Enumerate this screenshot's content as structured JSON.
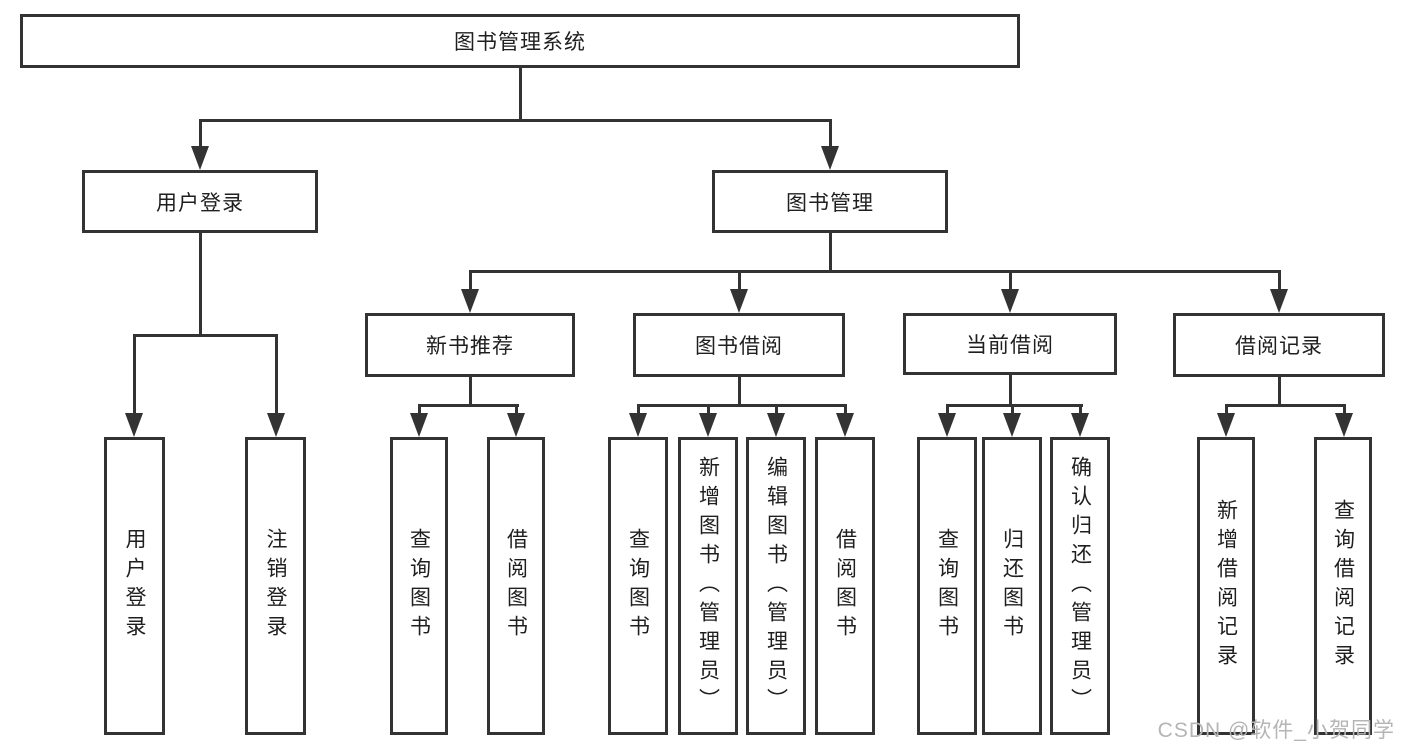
{
  "diagram": {
    "root": {
      "label": "图书管理系统"
    },
    "level2": [
      {
        "label": "用户登录"
      },
      {
        "label": "图书管理"
      }
    ],
    "level3": [
      {
        "label": "新书推荐"
      },
      {
        "label": "图书借阅"
      },
      {
        "label": "当前借阅"
      },
      {
        "label": "借阅记录"
      }
    ],
    "leaves": {
      "user_login": [
        "用户登录",
        "注销登录"
      ],
      "new_book": [
        "查询图书",
        "借阅图书"
      ],
      "book_borrow": [
        "查询图书",
        "新增图书（管理员）",
        "编辑图书（管理员）",
        "借阅图书"
      ],
      "current_borrow": [
        "查询图书",
        "归还图书",
        "确认归还（管理员）"
      ],
      "borrow_record": [
        "新增借阅记录",
        "查询借阅记录"
      ]
    }
  },
  "watermark": "CSDN @软件_小贺同学",
  "colors": {
    "line": "#333333",
    "box_border": "#333333",
    "text": "#1f1f1f",
    "watermark": "#b5b5b5",
    "background": "#ffffff"
  }
}
